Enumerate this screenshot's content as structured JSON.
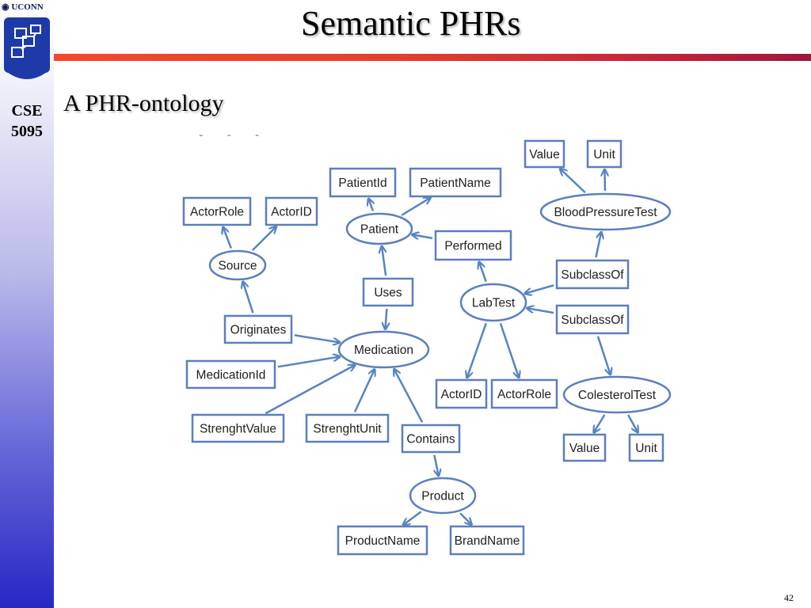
{
  "header": {
    "university": "UCONN",
    "course": [
      "CSE",
      "5095"
    ],
    "title": "Semantic PHRs",
    "subtitle": "A PHR-ontology",
    "page_number": "42"
  },
  "colors": {
    "sidebar_top": "#ffffff",
    "sidebar_bottom": "#2727c4",
    "rule": "#e4402c",
    "node_border": "#5a7fbf",
    "edge": "#5584c4"
  },
  "diagram": {
    "nodes": [
      {
        "id": "value_bp",
        "label": "Value",
        "shape": "rect"
      },
      {
        "id": "unit_bp",
        "label": "Unit",
        "shape": "rect"
      },
      {
        "id": "patientid",
        "label": "PatientId",
        "shape": "rect"
      },
      {
        "id": "patientname",
        "label": "PatientName",
        "shape": "rect"
      },
      {
        "id": "bloodpressuretest",
        "label": "BloodPressureTest",
        "shape": "ellipse"
      },
      {
        "id": "actorrole_src",
        "label": "ActorRole",
        "shape": "rect"
      },
      {
        "id": "actorid_src",
        "label": "ActorID",
        "shape": "rect"
      },
      {
        "id": "patient",
        "label": "Patient",
        "shape": "ellipse"
      },
      {
        "id": "performed",
        "label": "Performed",
        "shape": "rect"
      },
      {
        "id": "source",
        "label": "Source",
        "shape": "ellipse"
      },
      {
        "id": "subclassof_1",
        "label": "SubclassOf",
        "shape": "rect"
      },
      {
        "id": "uses",
        "label": "Uses",
        "shape": "rect"
      },
      {
        "id": "labtest",
        "label": "LabTest",
        "shape": "ellipse"
      },
      {
        "id": "subclassof_2",
        "label": "SubclassOf",
        "shape": "rect"
      },
      {
        "id": "originates",
        "label": "Originates",
        "shape": "rect"
      },
      {
        "id": "medication",
        "label": "Medication",
        "shape": "ellipse"
      },
      {
        "id": "medicationid",
        "label": "MedicationId",
        "shape": "rect"
      },
      {
        "id": "actorid_lab",
        "label": "ActorID",
        "shape": "rect"
      },
      {
        "id": "actorrole_lab",
        "label": "ActorRole",
        "shape": "rect"
      },
      {
        "id": "colesteroltest",
        "label": "ColesterolTest",
        "shape": "ellipse"
      },
      {
        "id": "strenghtvalue",
        "label": "StrenghtValue",
        "shape": "rect"
      },
      {
        "id": "strenghtunit",
        "label": "StrenghtUnit",
        "shape": "rect"
      },
      {
        "id": "contains",
        "label": "Contains",
        "shape": "rect"
      },
      {
        "id": "value_ct",
        "label": "Value",
        "shape": "rect"
      },
      {
        "id": "unit_ct",
        "label": "Unit",
        "shape": "rect"
      },
      {
        "id": "product",
        "label": "Product",
        "shape": "ellipse"
      },
      {
        "id": "productname",
        "label": "ProductName",
        "shape": "rect"
      },
      {
        "id": "brandname",
        "label": "BrandName",
        "shape": "rect"
      }
    ],
    "edges": [
      {
        "from": "patient",
        "to": "patientid"
      },
      {
        "from": "patient",
        "to": "patientname"
      },
      {
        "from": "uses",
        "to": "patient"
      },
      {
        "from": "uses",
        "to": "medication"
      },
      {
        "from": "performed",
        "to": "patient"
      },
      {
        "from": "labtest",
        "to": "performed"
      },
      {
        "from": "source",
        "to": "actorrole_src"
      },
      {
        "from": "source",
        "to": "actorid_src"
      },
      {
        "from": "originates",
        "to": "source"
      },
      {
        "from": "originates",
        "to": "medication"
      },
      {
        "from": "medicationid",
        "to": "medication"
      },
      {
        "from": "strenghtvalue",
        "to": "medication"
      },
      {
        "from": "strenghtunit",
        "to": "medication"
      },
      {
        "from": "contains",
        "to": "medication"
      },
      {
        "from": "contains",
        "to": "product"
      },
      {
        "from": "product",
        "to": "productname"
      },
      {
        "from": "product",
        "to": "brandname"
      },
      {
        "from": "labtest",
        "to": "actorid_lab"
      },
      {
        "from": "labtest",
        "to": "actorrole_lab"
      },
      {
        "from": "subclassof_1",
        "to": "labtest"
      },
      {
        "from": "subclassof_1",
        "to": "bloodpressuretest"
      },
      {
        "from": "subclassof_2",
        "to": "labtest"
      },
      {
        "from": "subclassof_2",
        "to": "colesteroltest"
      },
      {
        "from": "bloodpressuretest",
        "to": "value_bp"
      },
      {
        "from": "bloodpressuretest",
        "to": "unit_bp"
      },
      {
        "from": "colesteroltest",
        "to": "value_ct"
      },
      {
        "from": "colesteroltest",
        "to": "unit_ct"
      }
    ]
  }
}
